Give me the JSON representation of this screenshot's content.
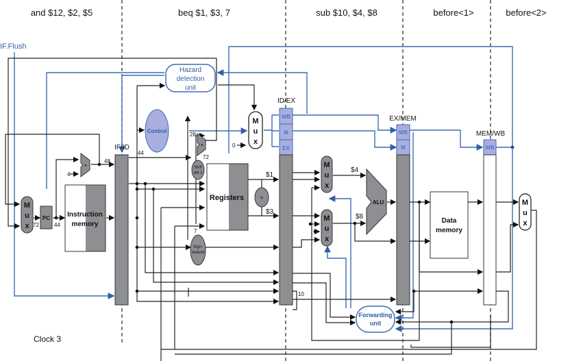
{
  "stages": [
    {
      "label": "and $12, $2, $5"
    },
    {
      "label": "beq $1, $3, 7"
    },
    {
      "label": "sub $10, $4, $8"
    },
    {
      "label": "before<1>"
    },
    {
      "label": "before<2>"
    }
  ],
  "clock_label": "Clock 3",
  "signals": {
    "if_flush": "IF.Flush"
  },
  "pipeline_registers": {
    "if_id": "IF/ID",
    "id_ex": "ID/EX",
    "ex_mem": "EX/MEM",
    "mem_wb": "MEM/WB",
    "wb": "WB",
    "m": "M",
    "ex": "EX"
  },
  "units": {
    "hazard_line1": "Hazard",
    "hazard_line2": "detection",
    "hazard_line3": "unit",
    "control": "Control",
    "forwarding_line1": "Forwarding",
    "forwarding_line2": "unit",
    "registers": "Registers",
    "instruction_memory_line1": "Instruction",
    "instruction_memory_line2": "memory",
    "data_memory_line1": "Data",
    "data_memory_line2": "memory",
    "pc": "PC",
    "alu": "ALU",
    "shift_line1": "Shift",
    "shift_line2": "left 2",
    "sign_line1": "Sign-",
    "sign_line2": "extend",
    "equal": "=",
    "adder": "+",
    "mux_m": "M",
    "mux_u": "u",
    "mux_x": "x"
  },
  "values": {
    "pc_in": "72",
    "pc_out": "44",
    "pc_plus4": "48",
    "four": "4",
    "if_id_pc": "44",
    "branch_offset": "28",
    "branch_target": "72",
    "immediate": "7",
    "reg_rs": "$1",
    "reg_rt": "$3",
    "zero": "0",
    "alu_a": "$4",
    "alu_b": "$8",
    "rd": "10"
  }
}
